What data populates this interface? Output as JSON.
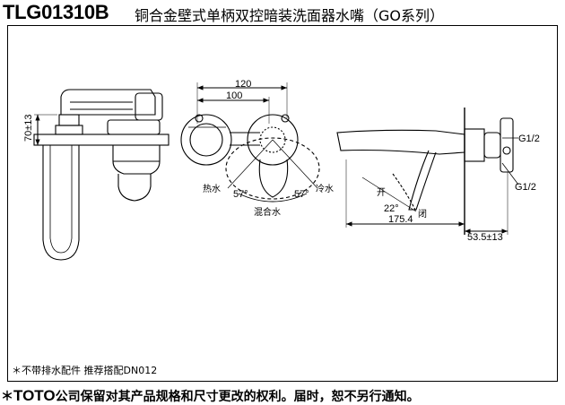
{
  "header": {
    "model": "TLG01310B",
    "title": "铜合金壁式单柄双控暗装洗面器水嘴（GO系列）"
  },
  "side_view": {
    "height_dim": "70±13"
  },
  "front_view": {
    "width_outer": "120",
    "width_inner": "100",
    "hot_label": "热水",
    "cold_label": "冷水",
    "mixed_label": "混合水",
    "angle_left": "57°",
    "angle_right": "57°"
  },
  "profile_view": {
    "thread_top": "G1/2",
    "thread_bottom": "G1/2",
    "open_label": "开",
    "close_label": "闭",
    "lever_angle": "22°",
    "projection": "175.4",
    "wall_depth": "53.5±13"
  },
  "note": "＊不带排水配件  推荐搭配DN012",
  "footer": {
    "asterisk": "＊",
    "brand": "TOTO",
    "text": "公司保留对其产品规格和尺寸更改的权利。届时，恕不另行通知。"
  }
}
